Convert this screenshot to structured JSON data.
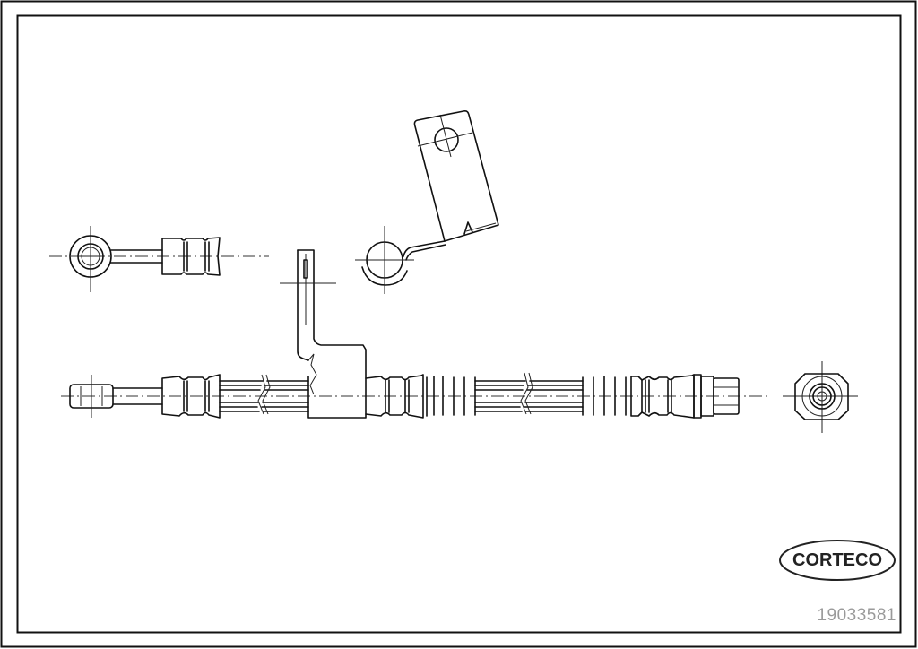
{
  "drawing": {
    "subject": "brake hose technical drawing",
    "views": [
      {
        "id": "banjo-end-view",
        "label": "banjo fitting side view"
      },
      {
        "id": "bracket-clip-view",
        "label": "mounting bracket with clip"
      },
      {
        "id": "main-hose-view",
        "label": "brake hose assembly"
      },
      {
        "id": "hex-end-view",
        "label": "hex fitting end view"
      }
    ]
  },
  "brand": {
    "logo_text": "CORTECO"
  },
  "part": {
    "number": "19033581"
  },
  "colors": {
    "line": "#111111",
    "background": "#ffffff",
    "part_number_text": "#9a9a9a"
  }
}
